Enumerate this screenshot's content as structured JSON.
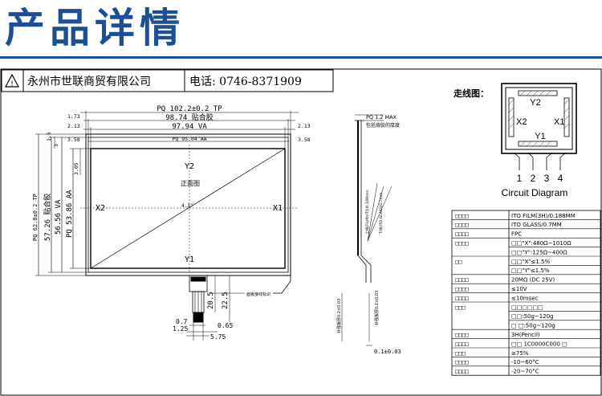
{
  "page_title": "产品详情",
  "header": {
    "company": "永州市世联商贸有限公司",
    "phone": "电话: 0746-8371909"
  },
  "front_view": {
    "dim_pq_tp": "PQ 102.2±0.2 TP",
    "dim_glue_w": "98.74 贴合胶",
    "dim_va_w": "97.94 VA",
    "dim_aa_w": "PQ 95.04 AA",
    "left_offsets": [
      "1.73",
      "2.13",
      "3.58"
    ],
    "right_offsets": [
      "2.13",
      "3.58"
    ],
    "top_small": [
      "1.5",
      "3"
    ],
    "top_aa": "3.05",
    "v_tp": "PQ 62.8±0.2 TP",
    "v_glue": "57.26 贴合胶",
    "v_va": "56.56 VA",
    "v_aa": "PQ 53.86 AA",
    "diag_label": "4.3\"",
    "front_label": "正面图",
    "axis": {
      "x1": "X1",
      "x2": "X2",
      "y1": "Y1",
      "y2": "Y2"
    },
    "tail": {
      "d20_5": "20.5",
      "d22_5": "22.5",
      "d0_7": "0.7",
      "d1_25": "1.25",
      "d0_65": "0.65",
      "d5_75": "5.75"
    },
    "tail_note": "面板接线标识"
  },
  "side_view": {
    "pq_max": "PQ 1.2 MAX",
    "pq_note": "包括背胶的厚度",
    "film_label": "上线(FILM)(ITO)0.188mm",
    "glass_label": "下线(ITO GLASS)0.7mm",
    "tail_thick_left": "补强板厚0.2±0.03",
    "tail_thick_right": "补强板厚0.2±0.03",
    "bottom_dim": "0.1±0.03"
  },
  "circuit": {
    "title": "走线图：",
    "y2": "Y2",
    "y1": "Y1",
    "x2": "X2",
    "x1": "X1",
    "pins": [
      "1",
      "2",
      "3",
      "4"
    ],
    "diagram_label": "Circuit Diagram"
  },
  "specs": [
    {
      "label": "□□□□",
      "value": "ITO FILM(3H)/0.188MM"
    },
    {
      "label": "□□□□",
      "value": "ITO GLASS/0.7MM"
    },
    {
      "label": "□□□□",
      "value": "FPC"
    },
    {
      "label": "□□□□",
      "value": "□□\"X\":480Ω~1010Ω"
    },
    {
      "label": "",
      "value": "□□\"Y\":125Ω~400Ω"
    },
    {
      "label": "□□",
      "value": "□□\"X\"≤1.5%"
    },
    {
      "label": "",
      "value": "□□\"Y\"≤1.5%"
    },
    {
      "label": "□□□□",
      "value": "20MΩ (DC 25V)"
    },
    {
      "label": "□□□□",
      "value": "≤10V"
    },
    {
      "label": "□□□□",
      "value": "≤10msec"
    },
    {
      "label": "□□□",
      "value": "□□□□□□"
    },
    {
      "label": "",
      "value": "□□:50g~120g"
    },
    {
      "label": "",
      "value": "□ □:50g~120g"
    },
    {
      "label": "□□□□",
      "value": "3H(Pencil)"
    },
    {
      "label": "□□□□",
      "value": "□□ 1C0000C000 □"
    },
    {
      "label": "□□□",
      "value": "≥75%"
    },
    {
      "label": "□□□□",
      "value": "-10~60°C"
    },
    {
      "label": "□□□□",
      "value": "-20~70°C"
    }
  ]
}
